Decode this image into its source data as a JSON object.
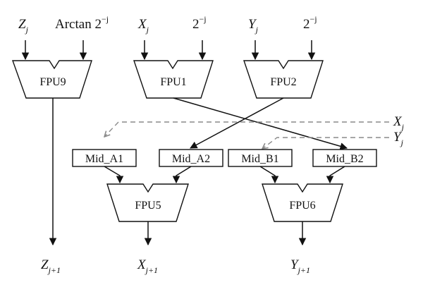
{
  "units": {
    "fpu9": "FPU9",
    "fpu1": "FPU1",
    "fpu2": "FPU2",
    "fpu5": "FPU5",
    "fpu6": "FPU6",
    "mid_a1": "Mid_A1",
    "mid_a2": "Mid_A2",
    "mid_b1": "Mid_B1",
    "mid_b2": "Mid_B2"
  },
  "inputs": {
    "z": {
      "base": "Z",
      "sub": "j"
    },
    "arctan": {
      "text": "Arctan 2",
      "sup": "−j"
    },
    "x": {
      "base": "X",
      "sub": "j"
    },
    "pow_x": {
      "text": "2",
      "sup": "−j"
    },
    "y": {
      "base": "Y",
      "sub": "j"
    },
    "pow_y": {
      "text": "2",
      "sup": "−j"
    }
  },
  "side_inputs": {
    "x": {
      "base": "X",
      "sub": "j"
    },
    "y": {
      "base": "Y",
      "sub": "j"
    }
  },
  "outputs": {
    "z": {
      "base": "Z",
      "sub": "j+1"
    },
    "x": {
      "base": "X",
      "sub": "j+1"
    },
    "y": {
      "base": "Y",
      "sub": "j+1"
    }
  },
  "colors": {
    "line": "#111111",
    "dashed": "#8a8a8a"
  }
}
